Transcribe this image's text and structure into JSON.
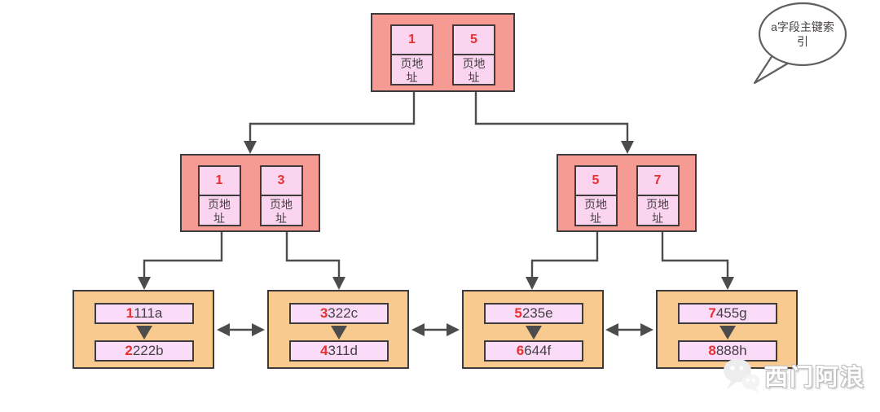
{
  "colors": {
    "node_fill": "#f69b93",
    "leaf_fill": "#f8ca90",
    "cell_fill": "#fbd5f0",
    "row_fill": "#fbdcf8",
    "border": "#3f3a3b",
    "key_red": "#e53030",
    "text_dark": "#453f44",
    "connector": "#4c4c4c",
    "bubble_stroke": "#5f5f5f",
    "watermark_outline": "#bdbdbd"
  },
  "callout": {
    "text": "a字段主键索引"
  },
  "tree": {
    "root": {
      "cells": [
        {
          "key": "1",
          "label": "页地址"
        },
        {
          "key": "5",
          "label": "页地址"
        }
      ]
    },
    "internal": [
      {
        "cells": [
          {
            "key": "1",
            "label": "页地址"
          },
          {
            "key": "3",
            "label": "页地址"
          }
        ]
      },
      {
        "cells": [
          {
            "key": "5",
            "label": "页地址"
          },
          {
            "key": "7",
            "label": "页地址"
          }
        ]
      }
    ],
    "leaves": [
      {
        "rows": [
          {
            "key": "1",
            "rest": "111a"
          },
          {
            "key": "2",
            "rest": "222b"
          }
        ]
      },
      {
        "rows": [
          {
            "key": "3",
            "rest": "322c"
          },
          {
            "key": "4",
            "rest": "311d"
          }
        ]
      },
      {
        "rows": [
          {
            "key": "5",
            "rest": "235e"
          },
          {
            "key": "6",
            "rest": "644f"
          }
        ]
      },
      {
        "rows": [
          {
            "key": "7",
            "rest": "455g"
          },
          {
            "key": "8",
            "rest": "888h"
          }
        ]
      }
    ]
  },
  "watermark": {
    "icon": "wechat-icon",
    "name": "西门阿浪"
  }
}
